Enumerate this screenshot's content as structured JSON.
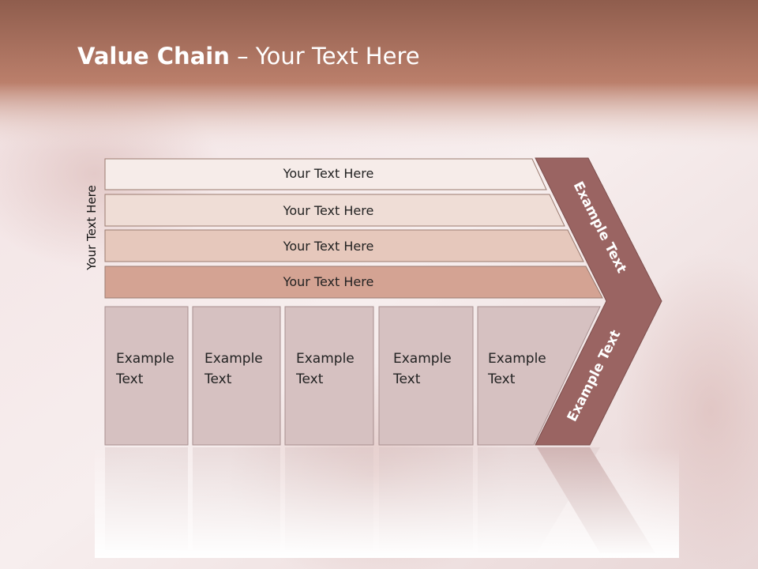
{
  "slide": {
    "title_bold": "Value Chain",
    "title_rest": " – Your Text Here",
    "side_label": "Your Text Here"
  },
  "rows": [
    {
      "label": "Your Text Here",
      "color": "#f6ece9"
    },
    {
      "label": "Your Text Here",
      "color": "#efddd6"
    },
    {
      "label": "Your Text Here",
      "color": "#e6c8bc"
    },
    {
      "label": "Your Text Here",
      "color": "#d4a393"
    }
  ],
  "columns": [
    {
      "line1": "Example",
      "line2": "Text"
    },
    {
      "line1": "Example",
      "line2": "Text"
    },
    {
      "line1": "Example",
      "line2": "Text"
    },
    {
      "line1": "Example",
      "line2": "Text"
    },
    {
      "line1": "Example",
      "line2": "Text"
    }
  ],
  "chevron": {
    "upper_label": "Example Text",
    "lower_label": "Example Text",
    "color": "#9a6462"
  },
  "colors": {
    "header": "#b07462",
    "column_fill": "#d6c1c1"
  }
}
